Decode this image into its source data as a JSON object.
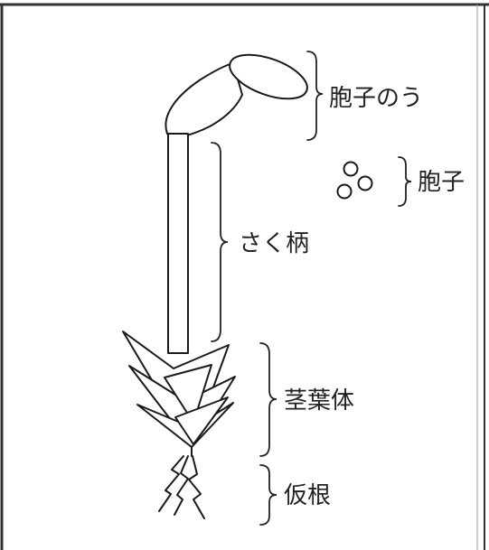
{
  "diagram": {
    "labels": {
      "sporangium": "胞子のう",
      "spore": "胞子",
      "seta": "さく柄",
      "leafy_shoot": "茎葉体",
      "rhizoid": "仮根"
    },
    "colors": {
      "ink": "#1a1a1a",
      "background": "#ffffff",
      "frame": "#333333"
    }
  }
}
